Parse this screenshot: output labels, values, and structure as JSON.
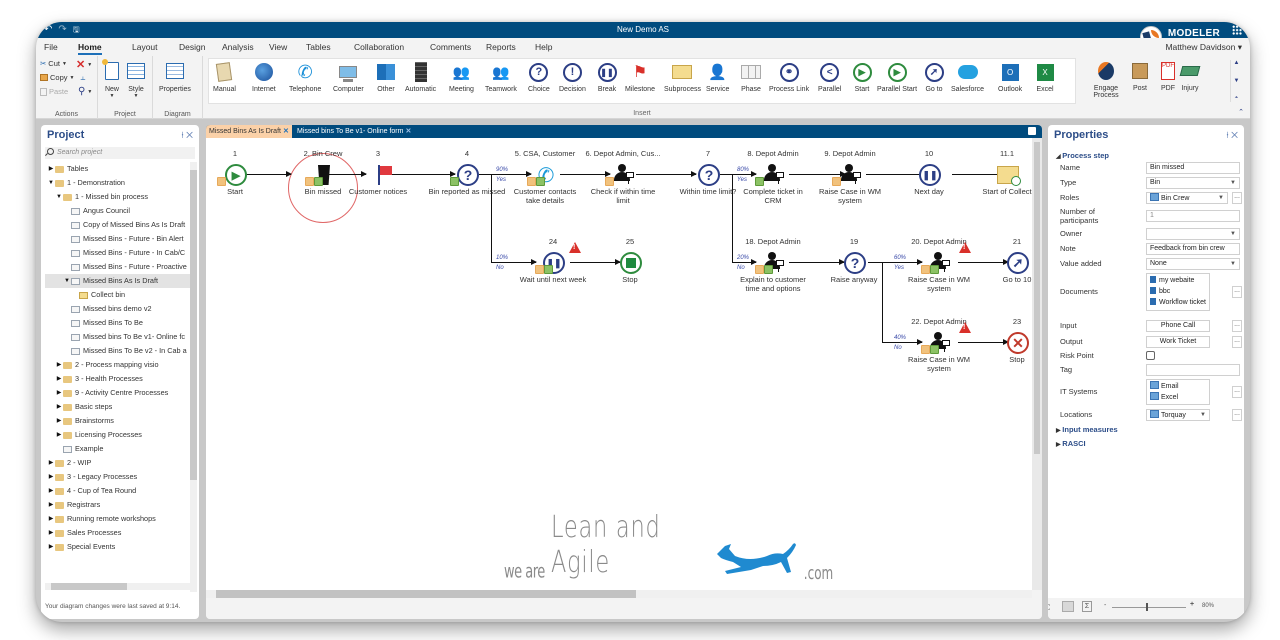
{
  "window": {
    "title": "New Demo AS",
    "brand": "MODELER",
    "user": "Matthew Davidson ▾",
    "quick_access": [
      "↶",
      "↷",
      "🖫"
    ]
  },
  "menu": {
    "tabs": [
      "File",
      "Home",
      "Layout",
      "Design",
      "Analysis",
      "View",
      "Tables",
      "Collaboration",
      "Comments",
      "Reports",
      "Help"
    ],
    "active": "Home"
  },
  "ribbon": {
    "actions": {
      "cut": "Cut",
      "copy": "Copy",
      "paste": "Paste",
      "label": "Actions"
    },
    "project": {
      "new": "New",
      "style": "Style",
      "label": "Project"
    },
    "diagram": {
      "properties": "Properties",
      "label": "Diagram"
    },
    "insert": {
      "label": "Insert",
      "items": [
        "Manual",
        "Internet",
        "Telephone",
        "Computer",
        "Other",
        "Automatic",
        "Meeting",
        "Teamwork",
        "Choice",
        "Decision",
        "Break",
        "Milestone",
        "Subprocess",
        "Service",
        "Phase",
        "Process Link",
        "Parallel",
        "Start",
        "Parallel Start",
        "Go to",
        "Salesforce",
        "Outlook",
        "Excel",
        "Engage Process",
        "Post",
        "PDF",
        "Injury"
      ]
    }
  },
  "project_panel": {
    "title": "Project",
    "search_placeholder": "Search project",
    "tree": [
      {
        "label": "Tables",
        "level": 0,
        "type": "folder",
        "state": "collapsed"
      },
      {
        "label": "1 - Demonstration",
        "level": 0,
        "type": "folder",
        "state": "expanded"
      },
      {
        "label": "1 - Missed bin process",
        "level": 1,
        "type": "folder",
        "state": "expanded"
      },
      {
        "label": "Angus Council",
        "level": 2,
        "type": "diagram"
      },
      {
        "label": "Copy of Missed Bins As Is Draft",
        "level": 2,
        "type": "diagram"
      },
      {
        "label": "Missed Bins - Future - Bin Alert",
        "level": 2,
        "type": "diagram"
      },
      {
        "label": "Missed Bins - Future - In Cab/C",
        "level": 2,
        "type": "diagram"
      },
      {
        "label": "Missed Bins - Future - Proactive",
        "level": 2,
        "type": "diagram"
      },
      {
        "label": "Missed Bins As Is Draft",
        "level": 1,
        "type": "diagram",
        "state": "expanded",
        "selected": true
      },
      {
        "label": "Collect bin",
        "level": 3,
        "type": "subprocess"
      },
      {
        "label": "Missed bins demo v2",
        "level": 2,
        "type": "diagram"
      },
      {
        "label": "Missed Bins To Be",
        "level": 2,
        "type": "diagram"
      },
      {
        "label": "Missed bins To Be v1- Online fc",
        "level": 2,
        "type": "diagram"
      },
      {
        "label": "Missed Bins To Be v2 - In Cab a",
        "level": 2,
        "type": "diagram"
      },
      {
        "label": "2 - Process mapping visio",
        "level": 1,
        "type": "folder",
        "state": "collapsed"
      },
      {
        "label": "3 - Health Processes",
        "level": 1,
        "type": "folder",
        "state": "collapsed"
      },
      {
        "label": "9 - Activity Centre Processes",
        "level": 1,
        "type": "folder",
        "state": "collapsed"
      },
      {
        "label": "Basic steps",
        "level": 1,
        "type": "folder",
        "state": "collapsed"
      },
      {
        "label": "Brainstorms",
        "level": 1,
        "type": "folder",
        "state": "collapsed"
      },
      {
        "label": "Licensing Processes",
        "level": 1,
        "type": "folder",
        "state": "collapsed"
      },
      {
        "label": "Example",
        "level": 1,
        "type": "diagram"
      },
      {
        "label": "2 - WIP",
        "level": 0,
        "type": "folder",
        "state": "collapsed"
      },
      {
        "label": "3 - Legacy Processes",
        "level": 0,
        "type": "folder",
        "state": "collapsed"
      },
      {
        "label": "4 - Cup of Tea Round",
        "level": 0,
        "type": "folder",
        "state": "collapsed"
      },
      {
        "label": "Registrars",
        "level": 0,
        "type": "folder",
        "state": "collapsed"
      },
      {
        "label": "Running remote workshops",
        "level": 0,
        "type": "folder",
        "state": "collapsed"
      },
      {
        "label": "Sales Processes",
        "level": 0,
        "type": "folder",
        "state": "collapsed"
      },
      {
        "label": "Special Events",
        "level": 0,
        "type": "folder",
        "state": "collapsed"
      }
    ],
    "status": "Your diagram changes were last saved at 9:14."
  },
  "doc_tabs": [
    {
      "label": "Missed Bins As Is Draft",
      "active": true
    },
    {
      "label": "Missed bins To Be v1- Online form",
      "active": false
    }
  ],
  "diagram": {
    "steps": [
      {
        "id": "1",
        "num": "1",
        "label": "Start",
        "kind": "start"
      },
      {
        "id": "2",
        "num": "2. Bin Crew",
        "label": "Bin missed",
        "kind": "bin"
      },
      {
        "id": "3",
        "num": "3",
        "label": "Customer notices",
        "kind": "milestone"
      },
      {
        "id": "4",
        "num": "4",
        "label": "Bin reported as missed",
        "kind": "choice"
      },
      {
        "id": "5",
        "num": "5. CSA, Customer",
        "label": "Customer contacts take details",
        "kind": "telephone"
      },
      {
        "id": "6",
        "num": "6. Depot Admin, Cus...",
        "label": "Check if within time limit",
        "kind": "computer"
      },
      {
        "id": "7",
        "num": "7",
        "label": "Within time limit?",
        "kind": "choice"
      },
      {
        "id": "8",
        "num": "8. Depot Admin",
        "label": "Complete ticket in CRM",
        "kind": "computer"
      },
      {
        "id": "9",
        "num": "9. Depot Admin",
        "label": "Raise Case in WM system",
        "kind": "computer"
      },
      {
        "id": "10",
        "num": "10",
        "label": "Next day",
        "kind": "break"
      },
      {
        "id": "11",
        "num": "11.1",
        "label": "Start of Collect",
        "kind": "subprocess"
      },
      {
        "id": "24",
        "num": "24",
        "label": "Wait until next week",
        "kind": "break"
      },
      {
        "id": "25",
        "num": "25",
        "label": "Stop",
        "kind": "stop"
      },
      {
        "id": "18",
        "num": "18. Depot Admin",
        "label": "Explain to customer time and options",
        "kind": "computer"
      },
      {
        "id": "19",
        "num": "19",
        "label": "Raise anyway",
        "kind": "choice"
      },
      {
        "id": "20",
        "num": "20. Depot Admin",
        "label": "Raise Case in WM system",
        "kind": "computer"
      },
      {
        "id": "21",
        "num": "21",
        "label": "Go to 10",
        "kind": "goto"
      },
      {
        "id": "22",
        "num": "22. Depot Admin",
        "label": "Raise Case in WM system",
        "kind": "computer"
      },
      {
        "id": "23",
        "num": "23",
        "label": "Stop",
        "kind": "terminate"
      }
    ],
    "branches": {
      "b4_yes": {
        "pct": "90%",
        "label": "Yes"
      },
      "b4_no": {
        "pct": "10%",
        "label": "No"
      },
      "b7_yes": {
        "pct": "80%",
        "label": "Yes"
      },
      "b7_no": {
        "pct": "20%",
        "label": "No"
      },
      "b19_yes": {
        "pct": "60%",
        "label": "Yes"
      },
      "b19_no": {
        "pct": "40%",
        "label": "No"
      }
    },
    "watermark": {
      "we": "we are",
      "main": "Lean and Agile",
      "com": ".com"
    }
  },
  "properties": {
    "title": "Properties",
    "section": "Process step",
    "fields": {
      "name": {
        "label": "Name",
        "value": "Bin missed"
      },
      "type": {
        "label": "Type",
        "value": "Bin"
      },
      "roles": {
        "label": "Roles",
        "value": "Bin Crew"
      },
      "participants": {
        "label": "Number of participants",
        "value": "1"
      },
      "owner": {
        "label": "Owner",
        "value": ""
      },
      "note": {
        "label": "Note",
        "value": "Feedback from bin crew"
      },
      "value_added": {
        "label": "Value added",
        "value": "None"
      },
      "documents": {
        "label": "Documents",
        "values": [
          "my webaite",
          "bbc",
          "Workflow ticket"
        ]
      },
      "input": {
        "label": "Input",
        "value": "Phone Call"
      },
      "output": {
        "label": "Output",
        "value": "Work Ticket"
      },
      "risk": {
        "label": "Risk Point",
        "checked": false
      },
      "tag": {
        "label": "Tag",
        "value": ""
      },
      "it_systems": {
        "label": "IT Systems",
        "values": [
          "Email",
          "Excel"
        ]
      },
      "locations": {
        "label": "Locations",
        "value": "Torquay"
      }
    },
    "collapsed_sections": [
      "Input measures",
      "RASCI"
    ],
    "ellipsis": "..."
  },
  "zoom": {
    "level": "80%",
    "minus": "-",
    "plus": "+"
  }
}
